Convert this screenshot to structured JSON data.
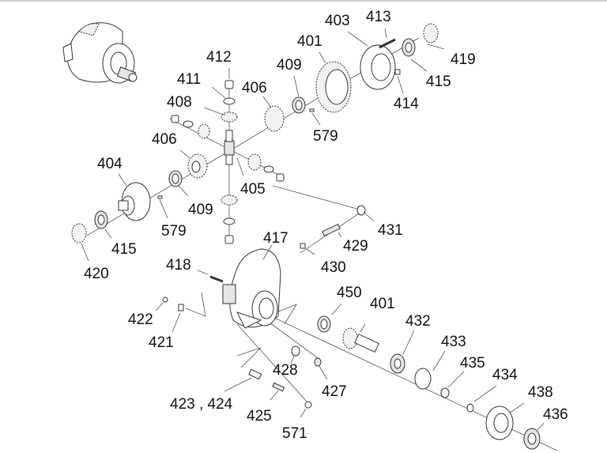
{
  "diagram": {
    "type": "exploded-parts-diagram",
    "subject": "rear differential / final drive assembly",
    "labels": {
      "l401a": "401",
      "l401b": "401",
      "l403": "403",
      "l404": "404",
      "l405": "405",
      "l406a": "406",
      "l406b": "406",
      "l408": "408",
      "l409a": "409",
      "l409b": "409",
      "l411": "411",
      "l412": "412",
      "l413": "413",
      "l414": "414",
      "l415a": "415",
      "l415b": "415",
      "l417": "417",
      "l418": "418",
      "l419": "419",
      "l420": "420",
      "l421": "421",
      "l422": "422",
      "l423_424": "423 , 424",
      "l425": "425",
      "l427": "427",
      "l428": "428",
      "l429": "429",
      "l430": "430",
      "l431": "431",
      "l432": "432",
      "l433": "433",
      "l434": "434",
      "l435": "435",
      "l436": "436",
      "l438": "438",
      "l450": "450",
      "l571": "571",
      "l579a": "579",
      "l579b": "579"
    }
  }
}
